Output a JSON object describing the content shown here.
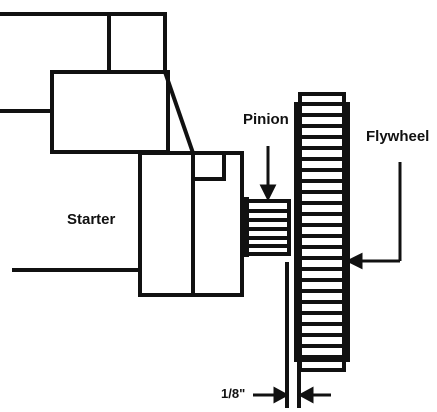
{
  "labels": {
    "starter": "Starter",
    "pinion": "Pinion",
    "flywheel": "Flywheel",
    "gap": "1/8\""
  },
  "colors": {
    "ink": "#111111",
    "background": "#ffffff"
  }
}
